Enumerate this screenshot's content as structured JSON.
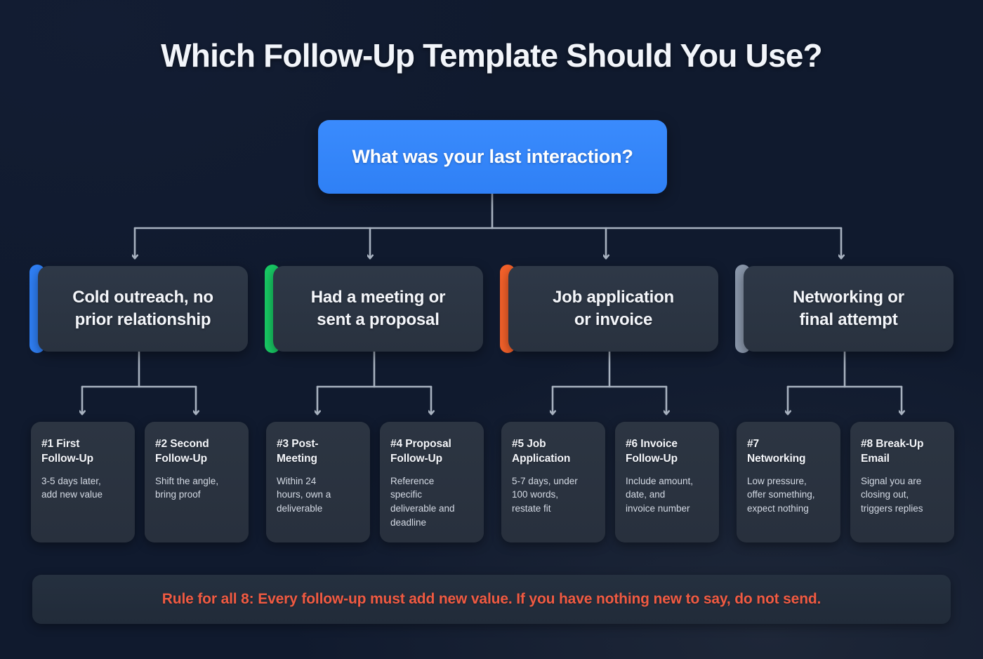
{
  "title": "Which Follow-Up Template Should You Use?",
  "colors": {
    "background": "#101a2e",
    "root_node": "#3a8bfd",
    "card_panel": "#2c3542",
    "connector": "#a8b2c0",
    "accent_blue": "#2f7ff5",
    "accent_green": "#18c964",
    "accent_orange": "#f4612a",
    "accent_slate": "#8a97ab",
    "rule_text": "#f05a42",
    "title_text": "#f2f5fa",
    "desc_text": "#d4dae4"
  },
  "root": {
    "label": "What was your last interaction?"
  },
  "branches": [
    {
      "label": "Cold outreach, no\nprior relationship",
      "accent": "#2f7ff5",
      "accent_name": "blue"
    },
    {
      "label": "Had a meeting or\nsent a proposal",
      "accent": "#18c964",
      "accent_name": "green"
    },
    {
      "label": "Job application\nor invoice",
      "accent": "#f4612a",
      "accent_name": "orange"
    },
    {
      "label": "Networking or\nfinal attempt",
      "accent": "#8a97ab",
      "accent_name": "slate"
    }
  ],
  "leaves": [
    {
      "title": "#1 First\nFollow-Up",
      "desc": "3-5 days later,\nadd new value"
    },
    {
      "title": "#2 Second\nFollow-Up",
      "desc": "Shift the angle,\nbring proof"
    },
    {
      "title": "#3 Post-\nMeeting",
      "desc": "Within 24\nhours, own a\ndeliverable"
    },
    {
      "title": "#4 Proposal\nFollow-Up",
      "desc": "Reference\nspecific\ndeliverable and\ndeadline"
    },
    {
      "title": "#5 Job\nApplication",
      "desc": "5-7 days, under\n100 words,\nrestate fit"
    },
    {
      "title": "#6 Invoice\nFollow-Up",
      "desc": "Include amount,\ndate, and\ninvoice number"
    },
    {
      "title": "#7\nNetworking",
      "desc": "Low pressure,\noffer something,\nexpect nothing"
    },
    {
      "title": "#8 Break-Up\nEmail",
      "desc": "Signal you are\nclosing out,\ntriggers replies"
    }
  ],
  "footer": {
    "rule": "Rule for all 8: Every follow-up must add new value. If you have nothing new to say, do not send."
  }
}
